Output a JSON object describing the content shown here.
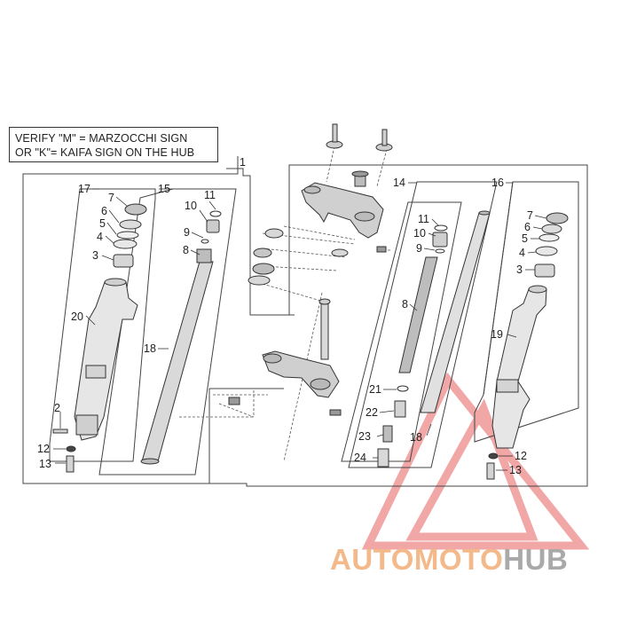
{
  "note": {
    "line1": "VERIFY \"M\" = MARZOCCHI SIGN",
    "line2": "OR \"K\"= KAIFA SIGN ON THE HUB"
  },
  "callouts": [
    {
      "id": "c1",
      "text": "1"
    },
    {
      "id": "c17",
      "text": "17"
    },
    {
      "id": "c7l",
      "text": "7"
    },
    {
      "id": "c6l",
      "text": "6"
    },
    {
      "id": "c5l",
      "text": "5"
    },
    {
      "id": "c4l",
      "text": "4"
    },
    {
      "id": "c3l",
      "text": "3"
    },
    {
      "id": "c20",
      "text": "20"
    },
    {
      "id": "c2",
      "text": "2"
    },
    {
      "id": "c12l",
      "text": "12"
    },
    {
      "id": "c13l",
      "text": "13"
    },
    {
      "id": "c15",
      "text": "15"
    },
    {
      "id": "c11l",
      "text": "11"
    },
    {
      "id": "c10l",
      "text": "10"
    },
    {
      "id": "c9l",
      "text": "9"
    },
    {
      "id": "c8l",
      "text": "8"
    },
    {
      "id": "c18l",
      "text": "18"
    },
    {
      "id": "c14",
      "text": "14"
    },
    {
      "id": "c11r",
      "text": "11"
    },
    {
      "id": "c10r",
      "text": "10"
    },
    {
      "id": "c9r",
      "text": "9"
    },
    {
      "id": "c8r",
      "text": "8"
    },
    {
      "id": "c21",
      "text": "21"
    },
    {
      "id": "c22",
      "text": "22"
    },
    {
      "id": "c23",
      "text": "23"
    },
    {
      "id": "c24",
      "text": "24"
    },
    {
      "id": "c18r",
      "text": "18"
    },
    {
      "id": "c16",
      "text": "16"
    },
    {
      "id": "c7r",
      "text": "7"
    },
    {
      "id": "c6r",
      "text": "6"
    },
    {
      "id": "c5r",
      "text": "5"
    },
    {
      "id": "c4r",
      "text": "4"
    },
    {
      "id": "c3r",
      "text": "3"
    },
    {
      "id": "c19",
      "text": "19"
    },
    {
      "id": "c12r",
      "text": "12"
    },
    {
      "id": "c13r",
      "text": "13"
    }
  ],
  "watermark": {
    "part1": "AUTOMOTO",
    "part2": "HUB",
    "color_primary": "#f3b98a",
    "color_secondary": "#a9a9a9",
    "triangle_color": "#ee8a8a"
  }
}
